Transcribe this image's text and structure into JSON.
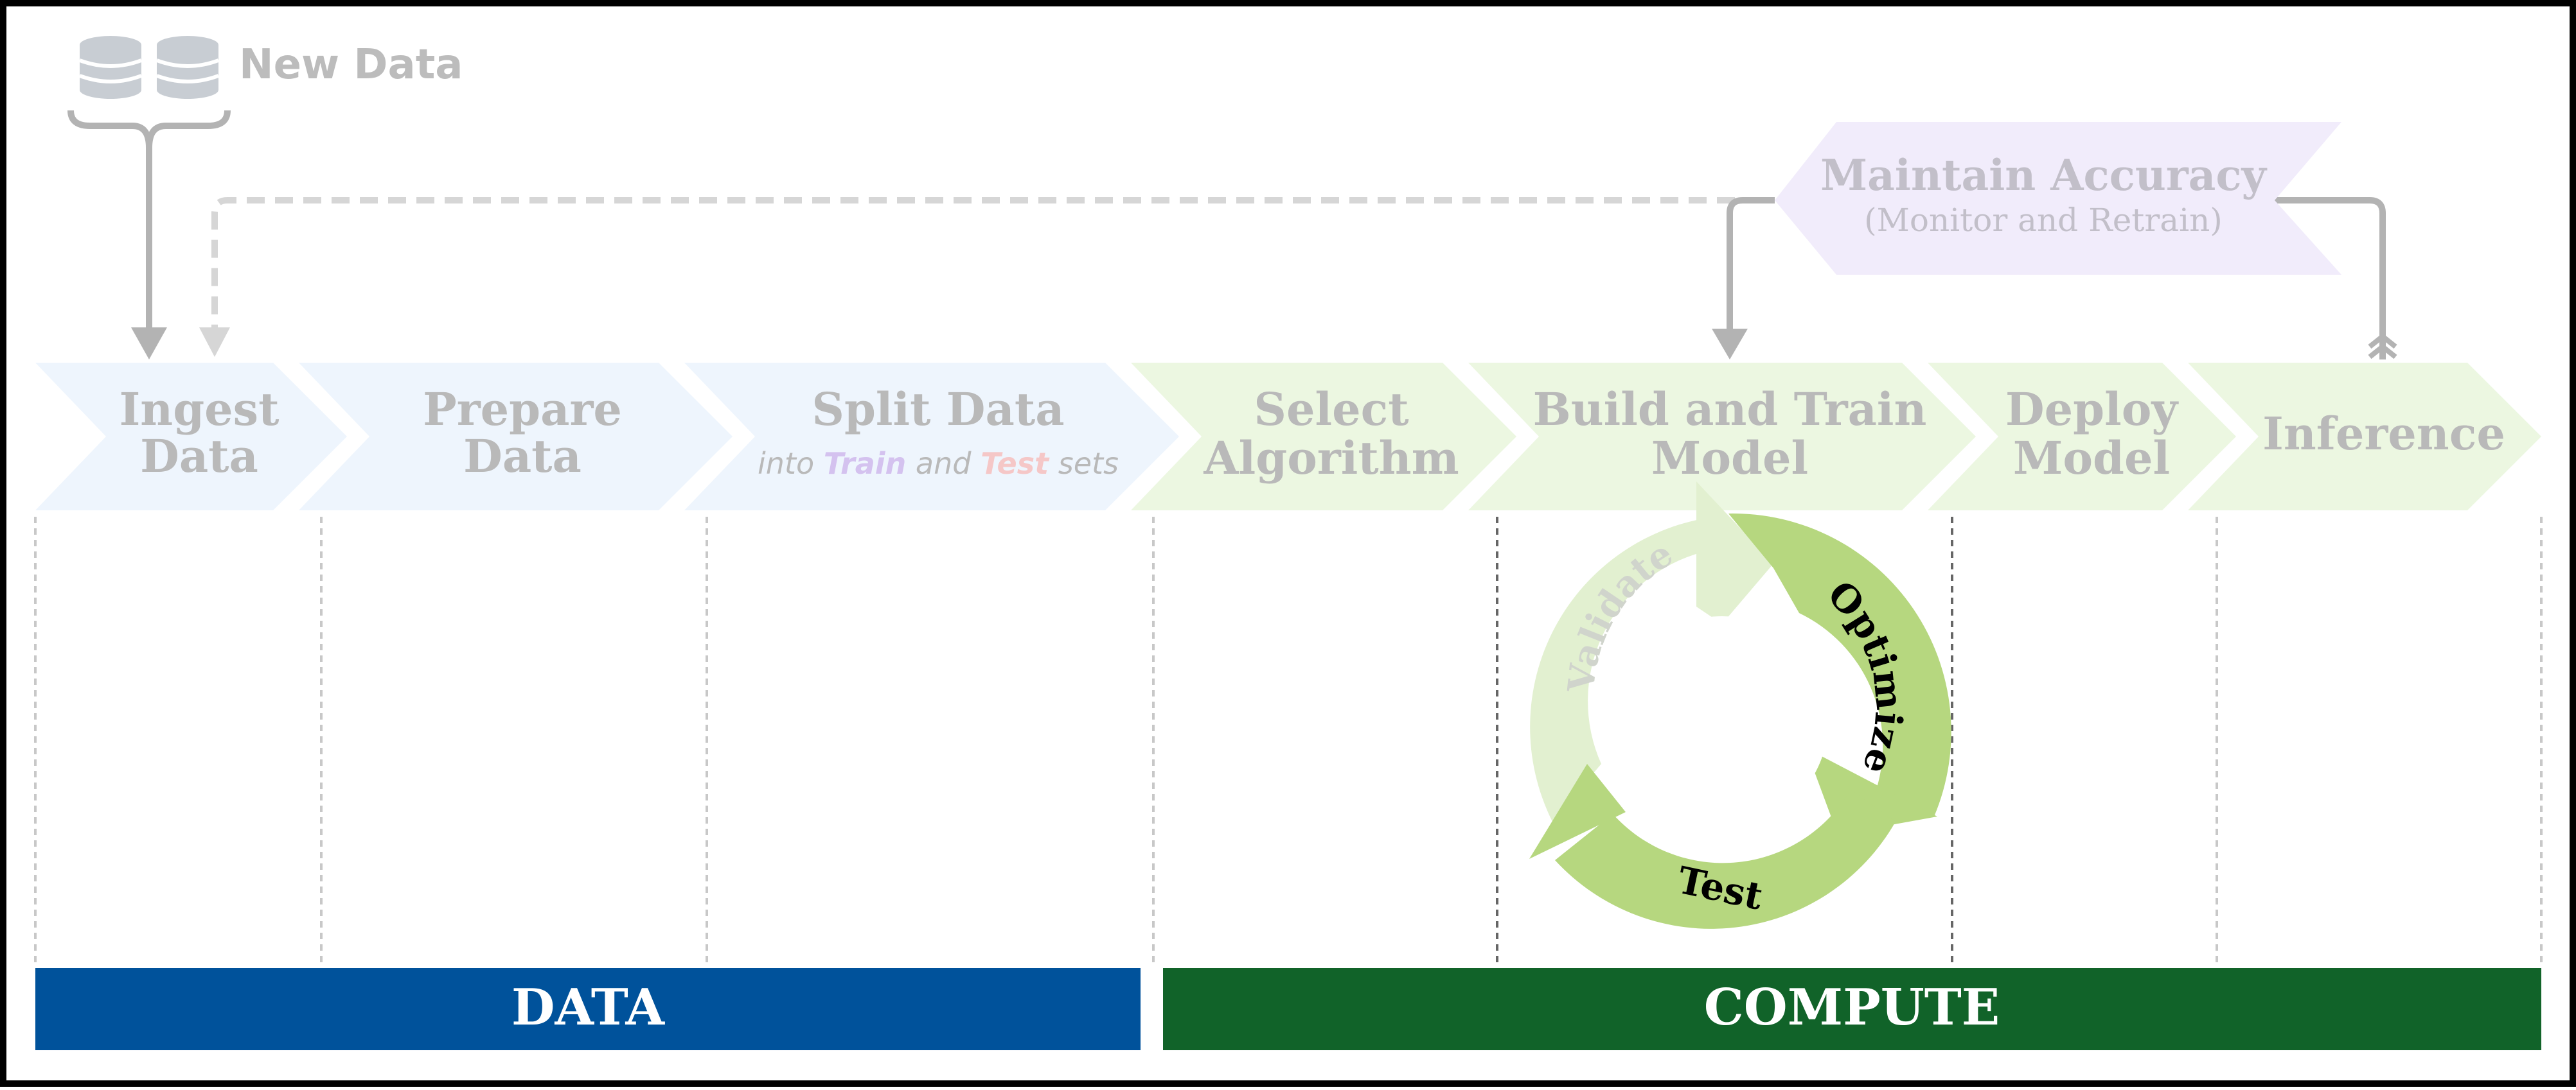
{
  "new_data": {
    "label": "New Data"
  },
  "maintain": {
    "title": "Maintain Accuracy",
    "subtitle": "(Monitor and Retrain)"
  },
  "steps": [
    {
      "line1": "Ingest",
      "line2": "Data"
    },
    {
      "line1": "Prepare",
      "line2": "Data"
    },
    {
      "line1": "Split Data",
      "sub_prefix": "into ",
      "sub_train": "Train",
      "sub_mid": " and ",
      "sub_test": "Test",
      "sub_suffix": " sets"
    },
    {
      "line1": "Select",
      "line2": "Algorithm"
    },
    {
      "line1": "Build and Train",
      "line2": "Model"
    },
    {
      "line1": "Deploy",
      "line2": "Model"
    },
    {
      "line1": "Inference"
    }
  ],
  "cycle": {
    "validate": "Validate",
    "optimize": "Optimize",
    "test": "Test"
  },
  "bars": {
    "data": "DATA",
    "compute": "COMPUTE"
  },
  "colors": {
    "data_bar": "#00529b",
    "compute_bar": "#116329",
    "data_chevron": "#eef5fd",
    "compute_chevron": "#ecf7e1",
    "maintain_fill": "#f1ecfb",
    "step_text": "#b9b9b9",
    "train_text": "#d4c2ef",
    "test_text": "#f5c7c7"
  }
}
